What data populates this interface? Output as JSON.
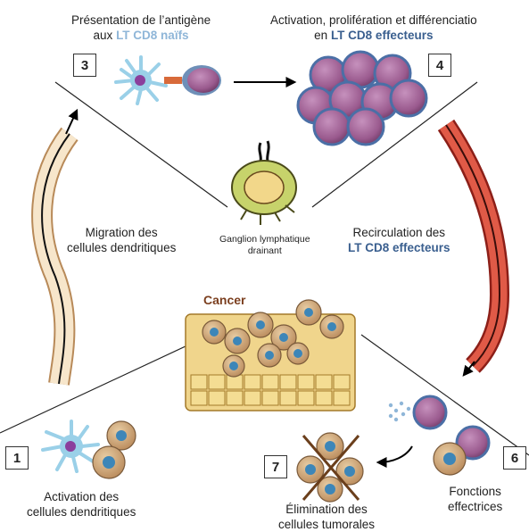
{
  "step3": {
    "number": "3",
    "line1": "Présentation de l’antigène",
    "line2_prefix": "aux ",
    "line2_highlight": "LT CD8 naïfs"
  },
  "step4": {
    "number": "4",
    "line1": "Activation, prolifération et différenciatio",
    "line2_prefix": "en ",
    "line2_highlight": "LT CD8 effecteurs"
  },
  "migration": {
    "line1": "Migration des",
    "line2": "cellules dendritiques"
  },
  "ganglion": {
    "line1": "Ganglion lymphatique",
    "line2": "drainant"
  },
  "recirculation": {
    "line1": "Recirculation des",
    "line2_highlight": "LT CD8 effecteurs"
  },
  "cancer_label": "Cancer",
  "step1": {
    "number": "1",
    "line1": "Activation des",
    "line2": "cellules dendritiques"
  },
  "step7": {
    "number": "7",
    "line1": "Élimination des",
    "line2": "cellules tumorales"
  },
  "step6": {
    "number": "6",
    "line1": "Fonctions",
    "line2": "effectrices"
  },
  "colors": {
    "naive_highlight": "#8fb6d8",
    "effector_highlight": "#3a5f8f",
    "cancer": "#7b3f1f",
    "lymph_vessel": "#f6e3c6",
    "blood_vessel": "#d9493a",
    "t_cell": "#9a5a8e"
  }
}
